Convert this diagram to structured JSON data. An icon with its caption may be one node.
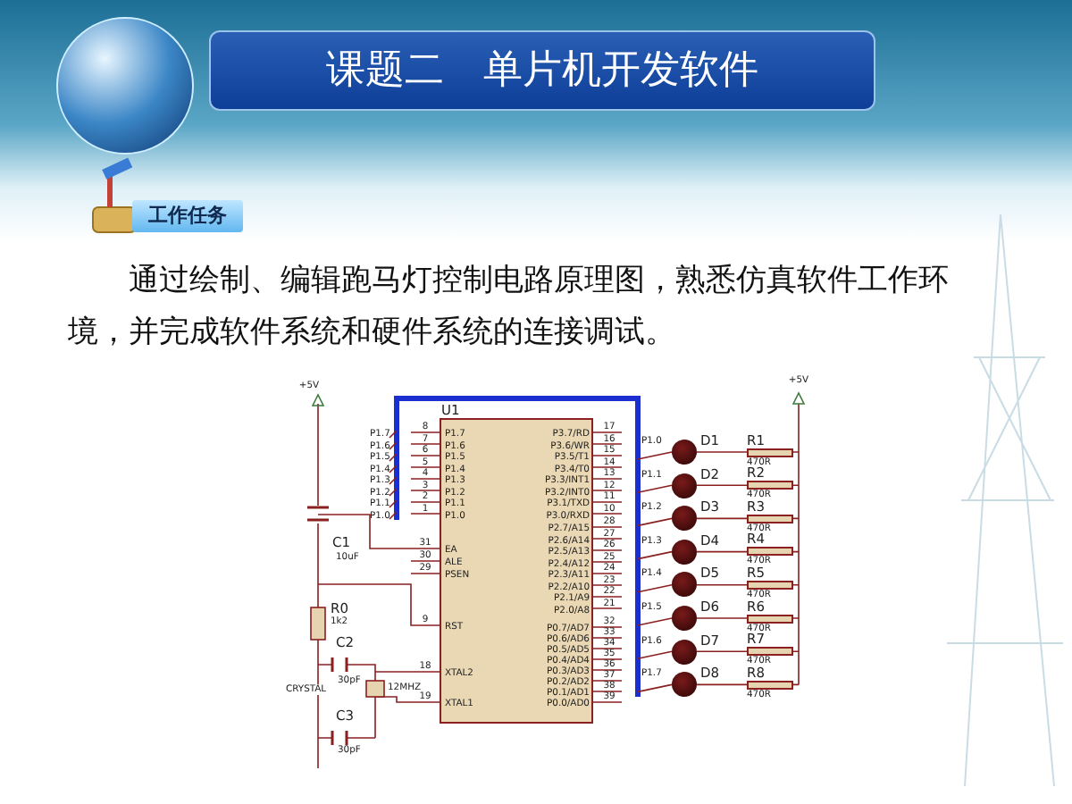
{
  "diagram": {
    "title": "课题二　单片机开发软件",
    "nodes": [
      {
        "text": [],
        "shape": "box",
        "beside": [
          "U1"
        ]
      },
      {
        "text": [],
        "shape": "circle",
        "beside": [
          "D1"
        ]
      },
      {
        "text": [],
        "shape": "circle",
        "beside": [
          "D2"
        ]
      },
      {
        "text": [],
        "shape": "circle",
        "beside": [
          "D3"
        ]
      },
      {
        "text": [],
        "shape": "circle",
        "beside": [
          "D4"
        ]
      },
      {
        "text": [],
        "shape": "circle",
        "beside": [
          "D5"
        ]
      },
      {
        "text": [],
        "shape": "circle",
        "beside": [
          "D6"
        ]
      },
      {
        "text": [],
        "shape": "circle",
        "beside": [
          "D7"
        ]
      },
      {
        "text": [],
        "shape": "circle",
        "beside": [
          "D8"
        ]
      },
      {
        "text": [],
        "shape": "box",
        "beside": [
          "R1",
          "470R"
        ]
      },
      {
        "text": [],
        "shape": "box",
        "beside": [
          "R2",
          "470R"
        ]
      },
      {
        "text": [],
        "shape": "box",
        "beside": [
          "R3",
          "470R"
        ]
      },
      {
        "text": [],
        "shape": "box",
        "beside": [
          "R4",
          "470R"
        ]
      },
      {
        "text": [],
        "shape": "box",
        "beside": [
          "R5",
          "470R"
        ]
      },
      {
        "text": [],
        "shape": "box",
        "beside": [
          "R6",
          "470R"
        ]
      },
      {
        "text": [],
        "shape": "box",
        "beside": [
          "R7",
          "470R"
        ]
      },
      {
        "text": [],
        "shape": "box",
        "beside": [
          "R8",
          "470R"
        ]
      }
    ],
    "edges": [
      {
        "from": 1,
        "to": 9,
        "arrow": "none"
      },
      {
        "from": 2,
        "to": 10,
        "arrow": "none"
      },
      {
        "from": 3,
        "to": 11,
        "arrow": "none"
      },
      {
        "from": 4,
        "to": 12,
        "arrow": "none"
      },
      {
        "from": 5,
        "to": 13,
        "arrow": "none"
      },
      {
        "from": 6,
        "to": 14,
        "arrow": "none"
      },
      {
        "from": 7,
        "to": 15,
        "arrow": "none"
      },
      {
        "from": 8,
        "to": 16,
        "arrow": "none"
      }
    ],
    "labels": [
      "工作任务",
      "通过绘制、编辑跑马灯控制电路原理图，熟悉仿真软件工作环境，并完成软件系统和硬件系统的连接调试。",
      "+5V",
      "P1.7",
      "8",
      "P1.7",
      "P1.6",
      "7",
      "P1.6",
      "P1.5",
      "6",
      "P1.5",
      "P1.4",
      "5",
      "P1.4",
      "P1.3",
      "4",
      "P1.3",
      "P1.2",
      "3",
      "P1.2",
      "P1.1",
      "2",
      "P1.1",
      "P1.0",
      "1",
      "P1.0",
      "P3.7/RD",
      "17",
      "P3.6/WR",
      "16",
      "P3.5/T1",
      "15",
      "P3.4/T0",
      "14",
      "P3.3/INT1",
      "13",
      "P3.2/INT0",
      "12",
      "P3.1/TXD",
      "11",
      "P3.0/RXD",
      "10",
      "31",
      "EA",
      "30",
      "ALE",
      "29",
      "PSEN",
      "P2.7/A15",
      "28",
      "P2.6/A14",
      "27",
      "P2.5/A13",
      "26",
      "P2.4/A12",
      "25",
      "P2.3/A11",
      "24",
      "P2.2/A10",
      "23",
      "P2.1/A9",
      "22",
      "P2.0/A8",
      "21",
      "9",
      "RST",
      "18",
      "XTAL2",
      "19",
      "XTAL1",
      "P0.7/AD7",
      "32",
      "P0.6/AD6",
      "33",
      "P0.5/AD5",
      "34",
      "P0.4/AD4",
      "35",
      "P0.3/AD3",
      "36",
      "P0.2/AD2",
      "37",
      "P0.1/AD1",
      "38",
      "P0.0/AD0",
      "39",
      "C1",
      "10uF",
      "R0",
      "1k2",
      "C2",
      "30pF",
      "CRYSTAL",
      "12MHZ",
      "C3",
      "30pF",
      "P1.0",
      "P1.1",
      "P1.2",
      "P1.3",
      "P1.4",
      "P1.5",
      "P1.6",
      "P1.7",
      "+5V"
    ]
  }
}
